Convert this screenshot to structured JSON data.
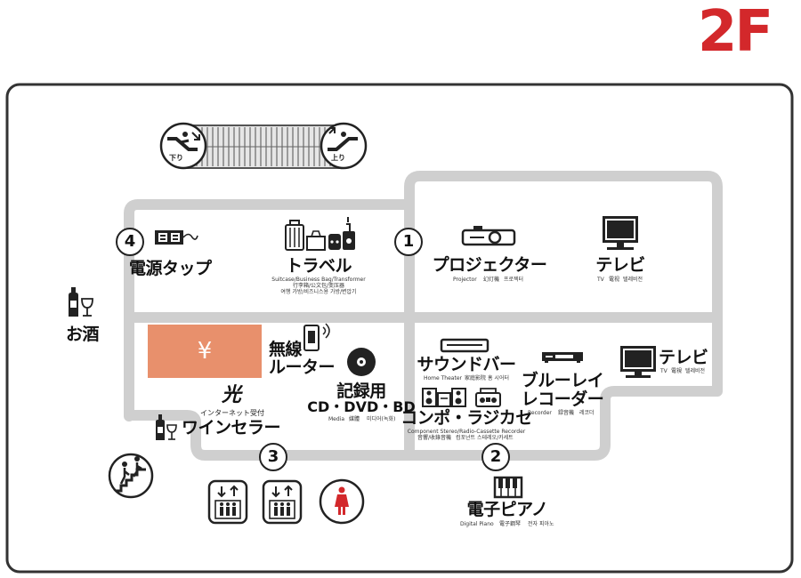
{
  "floor": "2F",
  "colors": {
    "accent": "#d3282b",
    "path": "#cfcfcf",
    "yen": "#e8906c",
    "border": "#333333"
  },
  "escalator": {
    "down": "下り",
    "up": "上り"
  },
  "markers": [
    "1",
    "2",
    "3",
    "4"
  ],
  "yen_symbol": "¥",
  "areas": {
    "power_tap": "電源タップ",
    "travel": {
      "title": "トラベル",
      "sub1": "Suitcase/Business Bag/Transformer",
      "sub2": "行李箱/公文包/变压器",
      "sub3": "여행 가방/비즈니스용 가방/변압기"
    },
    "projector": {
      "title": "プロジェクター",
      "en": "Projector",
      "zh": "幻灯機",
      "ko": "프로젝터"
    },
    "tv_top": {
      "title": "テレビ",
      "en": "TV",
      "zh": "電视",
      "ko": "텔레비전"
    },
    "alcohol": "お酒",
    "router": {
      "line1": "無線",
      "line2": "ルーター"
    },
    "media": {
      "title1": "記録用",
      "title2": "CD・DVD・BD",
      "en": "Media",
      "zh": "媒體",
      "ko": "미디어(녹화)"
    },
    "hikari": {
      "title": "光",
      "sub": "インターネット受付"
    },
    "wine": "ワインセラー",
    "sound_bar": {
      "title": "サウンドバー",
      "en": "Home Theater",
      "zh": "家庭影院",
      "ko": "홈 시어터"
    },
    "compo": {
      "title": "コンポ・ラジカセ",
      "sub1": "Component Stereo/Radio-Cassette Recorder",
      "sub2": "音響/收錄音機",
      "sub3": "컴포넌트 스테레오/카세트"
    },
    "recorder": {
      "line1": "ブルーレイ",
      "line2": "レコーダー",
      "en": "Recorder",
      "zh": "録音機",
      "ko": "레코더"
    },
    "tv_right": {
      "title": "テレビ",
      "en": "TV",
      "zh": "電視",
      "ko": "텔레비전"
    },
    "piano": {
      "title": "電子ピアノ",
      "en": "Digital Piano",
      "zh": "電子鋼琴",
      "ko": "전자 피아노"
    }
  },
  "icons": [
    "escalator-down-icon",
    "escalator-up-icon",
    "elevator-icon",
    "stairs-icon",
    "womens-restroom-icon",
    "wine-bottle-icon",
    "power-strip-icon",
    "suitcase-icon",
    "projector-icon",
    "tv-icon",
    "router-icon",
    "disc-icon",
    "soundbar-icon",
    "stereo-icon",
    "recorder-icon",
    "piano-icon"
  ]
}
